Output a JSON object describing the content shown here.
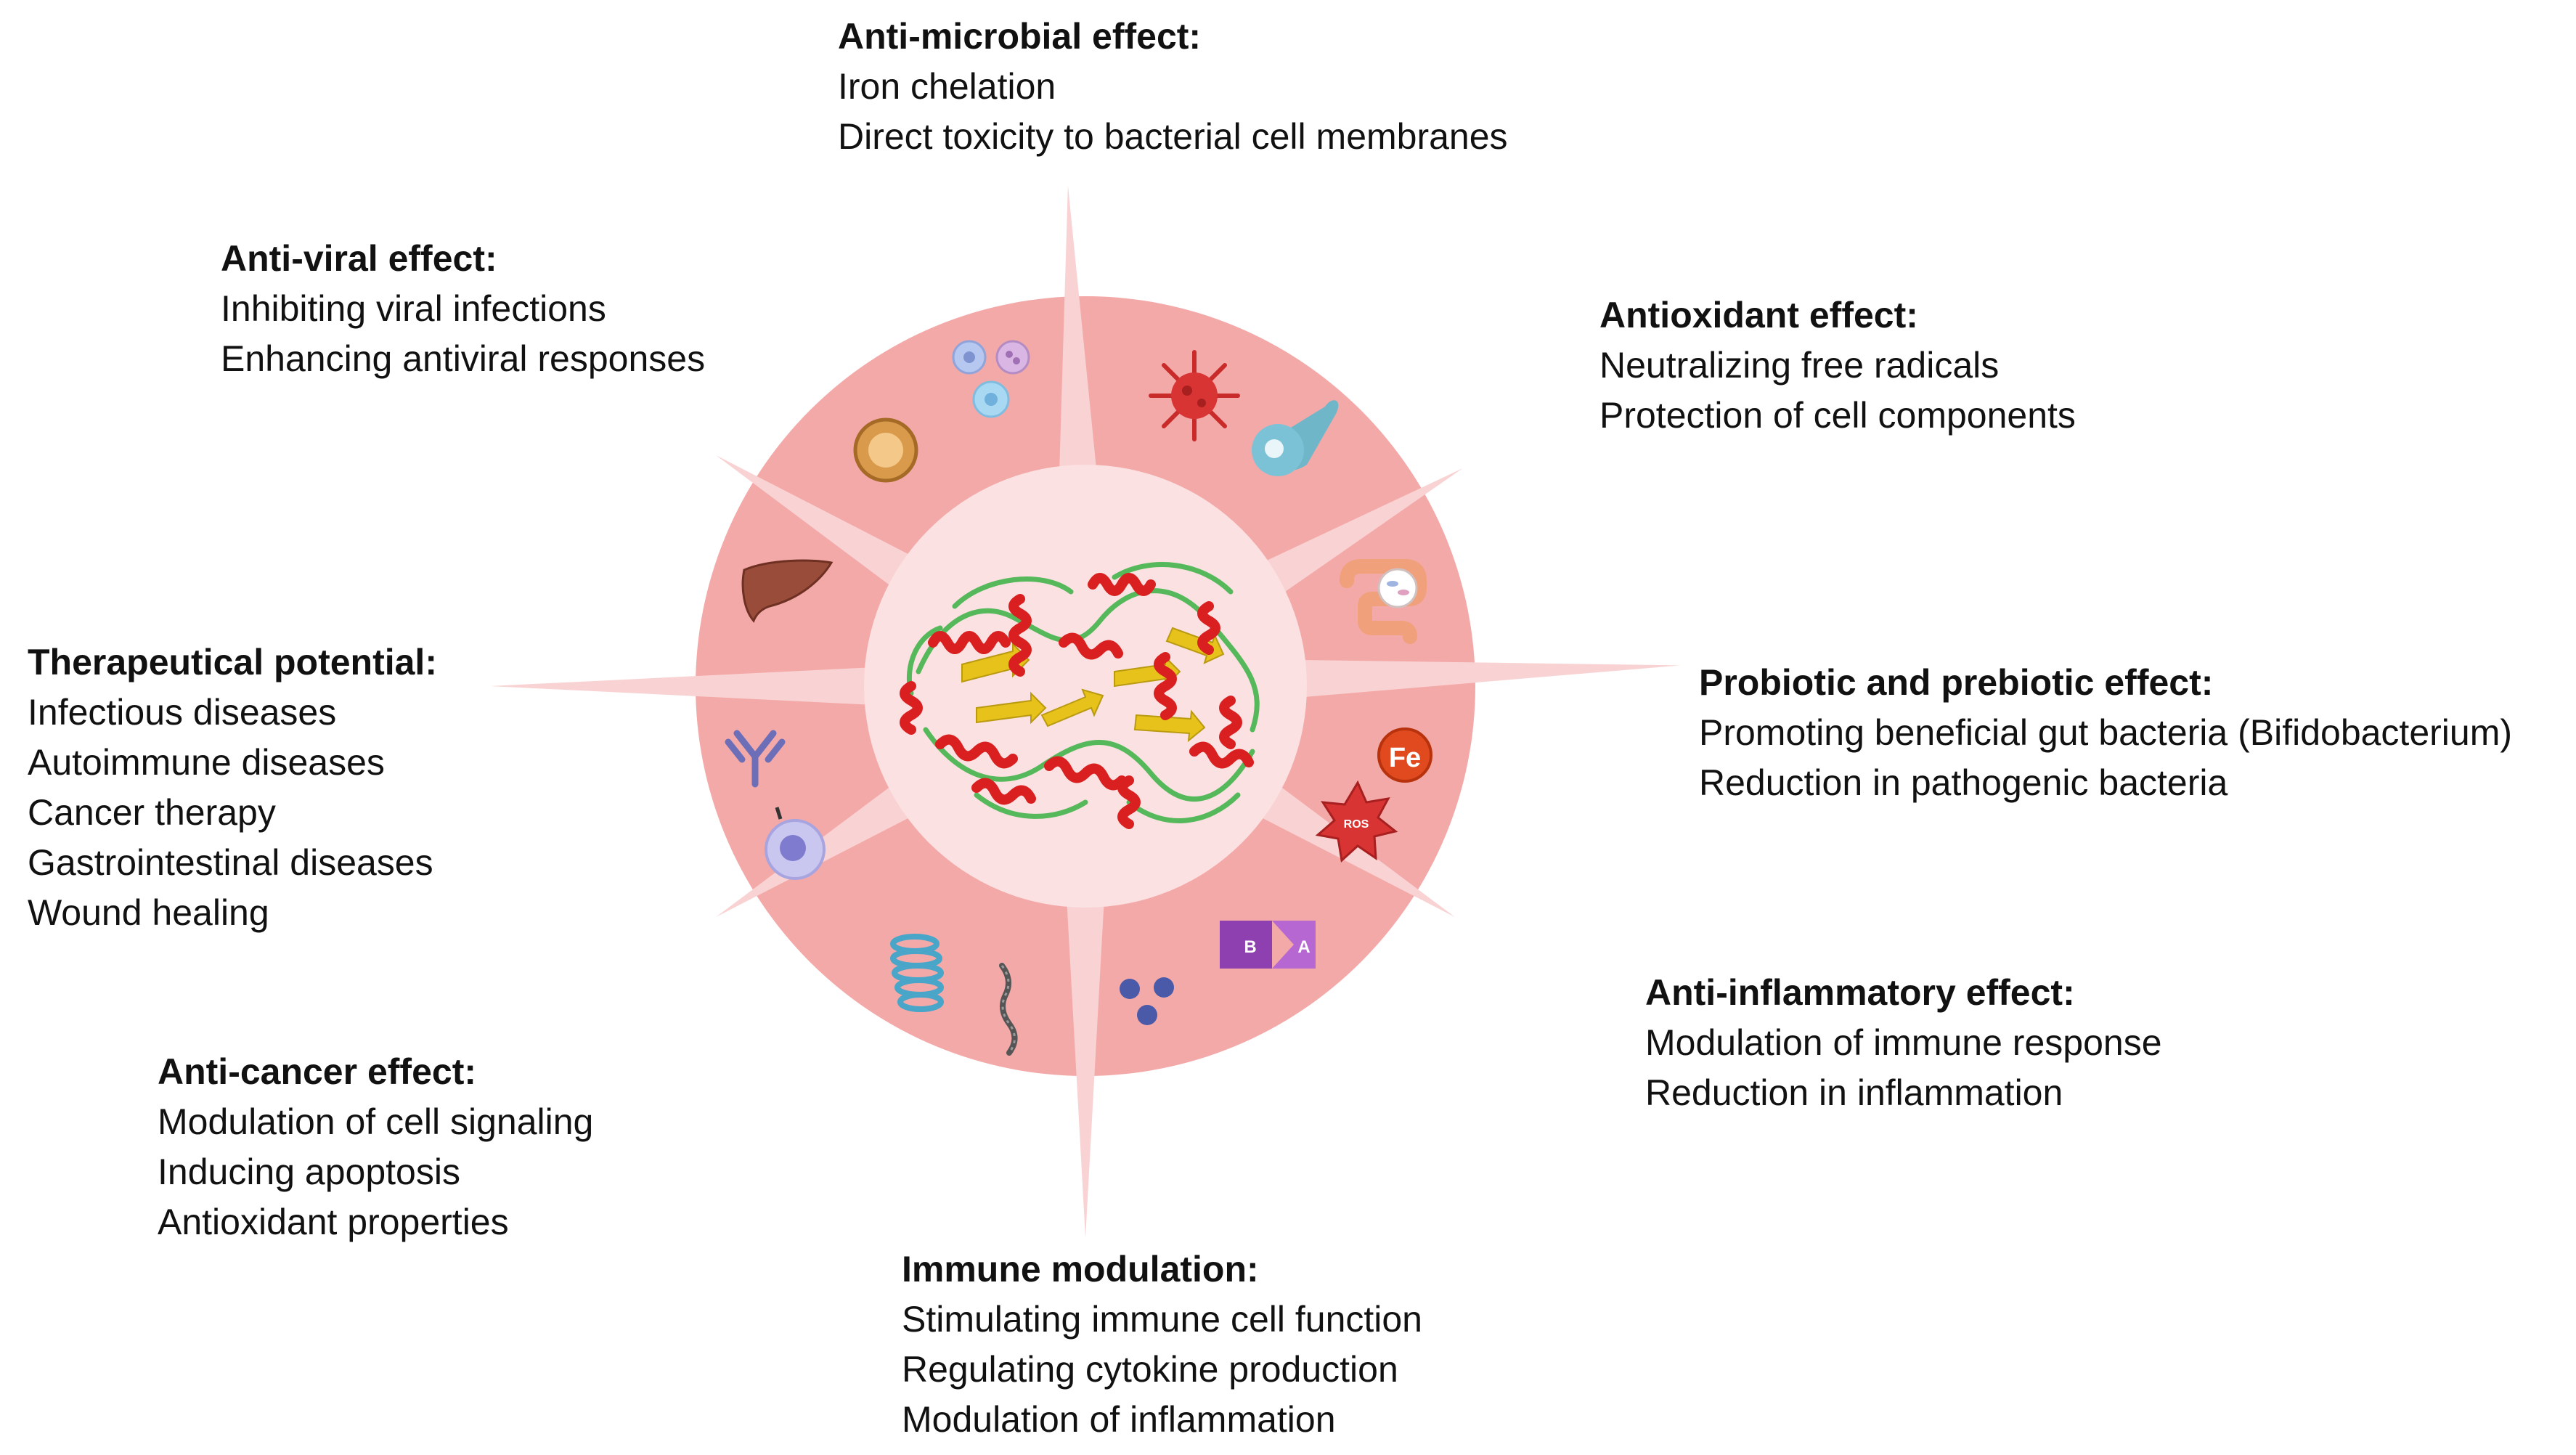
{
  "colors": {
    "outer_ring": "#f4a9a9",
    "outer_ring_edge": "#f7b8b8",
    "inner_disc": "#fbe1e1",
    "spike": "#f9d3d3",
    "helix": "#d91f1f",
    "sheet": "#e6c21a",
    "loop": "#55b85a",
    "text": "#111111"
  },
  "center": {
    "image": "protein-structure"
  },
  "sectors": [
    {
      "icons": [
        "blood-cells-icon",
        "macrophage-icon"
      ]
    },
    {
      "icons": [
        "bacterium-icon",
        "neutrophil-icon"
      ]
    },
    {
      "icons": [
        "intestine-bacteria-icon"
      ]
    },
    {
      "icons": [
        "iron-fe-icon",
        "ros-burst-icon"
      ]
    },
    {
      "icons": [
        "receptor-binding-icon",
        "molecule-cluster-icon"
      ]
    },
    {
      "icons": [
        "protein-coil-icon",
        "dna-strand-icon"
      ]
    },
    {
      "icons": [
        "antibody-icon",
        "immune-cell-icon"
      ]
    },
    {
      "icons": [
        "liver-icon"
      ]
    }
  ],
  "icon_labels": {
    "fe": "Fe",
    "ros": "ROS",
    "receptor_b": "B",
    "receptor_a": "A"
  },
  "labels": [
    {
      "id": "anti-microbial",
      "heading": "Anti-microbial effect:",
      "items": [
        "Iron chelation",
        "Direct toxicity to bacterial cell membranes"
      ]
    },
    {
      "id": "anti-viral",
      "heading": "Anti-viral effect:",
      "items": [
        "Inhibiting viral infections",
        "Enhancing antiviral responses"
      ]
    },
    {
      "id": "antioxidant",
      "heading": "Antioxidant effect:",
      "items": [
        "Neutralizing free radicals",
        "Protection of cell components"
      ]
    },
    {
      "id": "therapeutical",
      "heading": "Therapeutical potential:",
      "items": [
        "Infectious diseases",
        "Autoimmune diseases",
        "Cancer therapy",
        "Gastrointestinal diseases",
        "Wound healing"
      ]
    },
    {
      "id": "probiotic",
      "heading": "Probiotic and prebiotic effect:",
      "items": [
        "Promoting beneficial gut bacteria (Bifidobacterium)",
        "Reduction in pathogenic bacteria"
      ]
    },
    {
      "id": "anti-inflammatory",
      "heading": "Anti-inflammatory effect:",
      "items": [
        "Modulation of immune response",
        "Reduction in inflammation"
      ]
    },
    {
      "id": "anti-cancer",
      "heading": "Anti-cancer effect:",
      "items": [
        "Modulation of cell signaling",
        "Inducing apoptosis",
        "Antioxidant properties"
      ]
    },
    {
      "id": "immune-modulation",
      "heading": "Immune modulation:",
      "items": [
        "Stimulating immune cell function",
        "Regulating cytokine production",
        "Modulation of inflammation"
      ]
    }
  ]
}
